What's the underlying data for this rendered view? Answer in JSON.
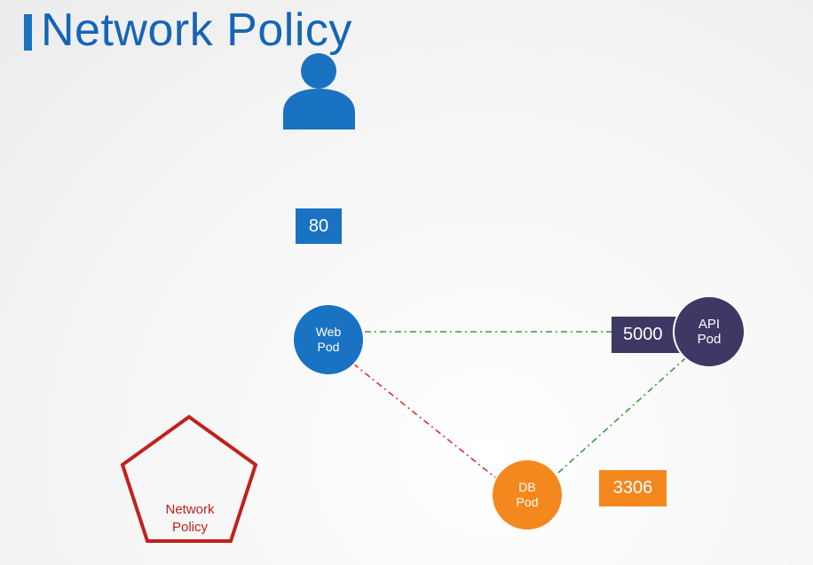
{
  "title": "Network Policy",
  "colors": {
    "title": "#1565b5",
    "web_pod": "#1a72c2",
    "api_pod": "#3d3964",
    "db_pod": "#f5871f",
    "allowed_link": "#3a9a3a",
    "blocked_link": "#d93030",
    "policy": "#c0211d"
  },
  "icons": {
    "user": "user-icon",
    "policy": "pentagon-icon"
  },
  "nodes": {
    "web_pod": {
      "label": "Web\nPod"
    },
    "api_pod": {
      "label": "API\nPod"
    },
    "db_pod": {
      "label": "DB\nPod"
    }
  },
  "ports": {
    "web": "80",
    "api": "5000",
    "db": "3306"
  },
  "policy": {
    "label": "Network\nPolicy"
  }
}
